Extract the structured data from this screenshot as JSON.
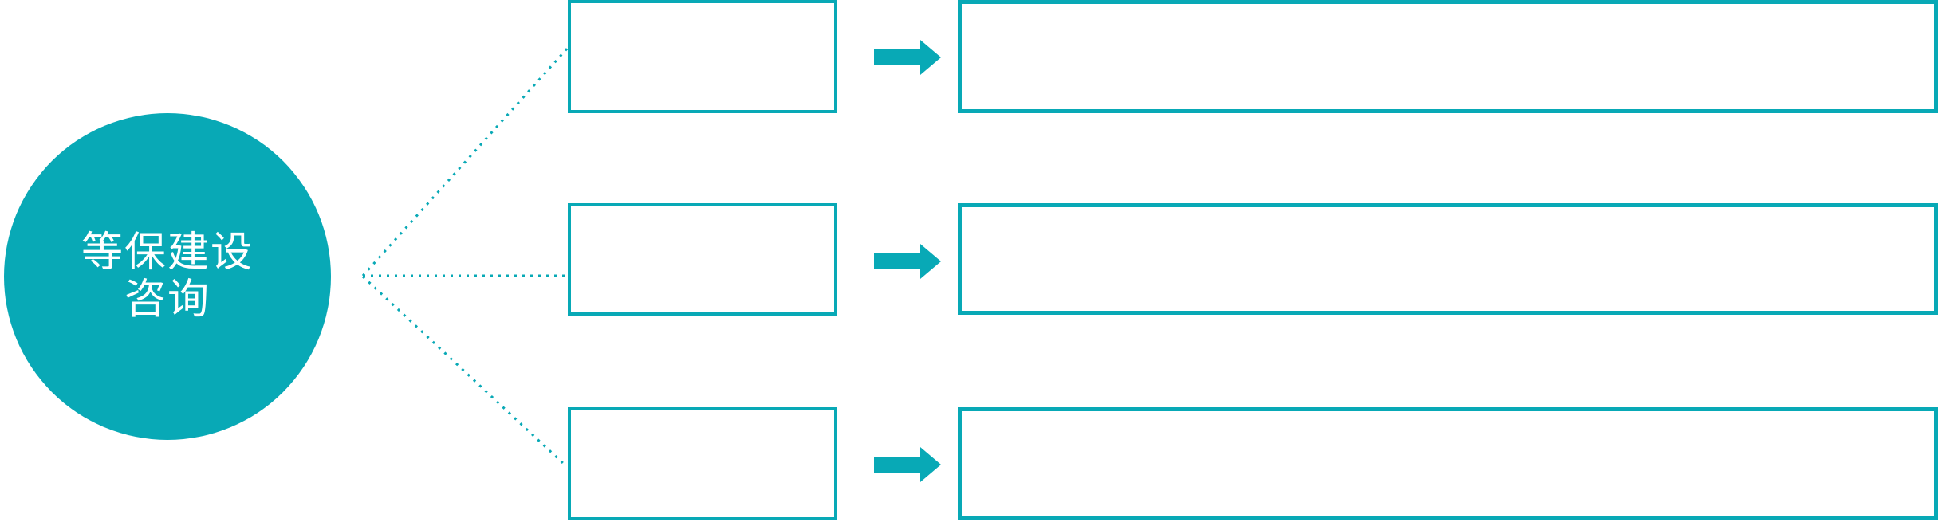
{
  "colors": {
    "accent_teal": "#08A9B6",
    "box_fill": "#FFFFFF",
    "root_label_text": "#FFFFFF",
    "background": "#FFFFFF"
  },
  "diagram": {
    "type": "fan-out-flow",
    "root": {
      "label_line1": "等保建设",
      "label_line2": "咨询"
    },
    "connector_style": "dotted",
    "branches": [
      {
        "source_box_label": "",
        "arrow_icon": "right-block-arrow-icon",
        "target_box_label": ""
      },
      {
        "source_box_label": "",
        "arrow_icon": "right-block-arrow-icon",
        "target_box_label": ""
      },
      {
        "source_box_label": "",
        "arrow_icon": "right-block-arrow-icon",
        "target_box_label": ""
      }
    ]
  }
}
